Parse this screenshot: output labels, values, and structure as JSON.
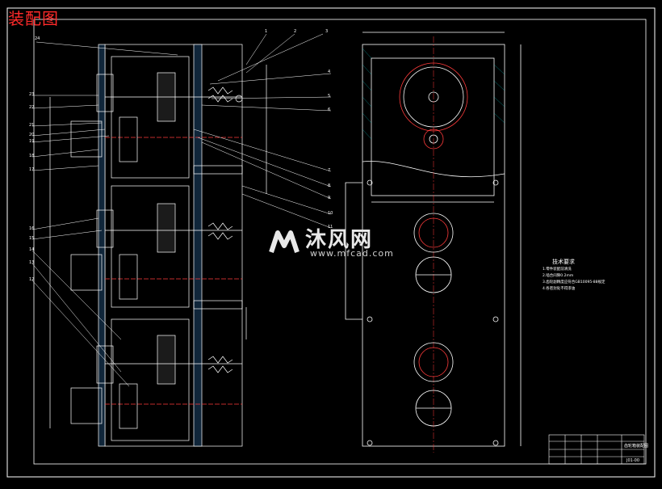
{
  "drawing": {
    "title": "装配图",
    "watermark": {
      "brand": "沐风网",
      "url": "www.mfcad.com"
    },
    "tech_requirements": {
      "heading": "技术要求",
      "lines": [
        "1.零件装配前清洗",
        "2.啮合间隙0.2mm",
        "3.齿轮副精度应符合GB10095-88规定",
        "4.各密封处不得渗油"
      ]
    },
    "part_numbers_left": [
      "24",
      "23",
      "22",
      "21",
      "20",
      "19",
      "18",
      "17",
      "16",
      "15",
      "14",
      "13",
      "12"
    ],
    "part_numbers_right": [
      "1",
      "2",
      "3",
      "4",
      "5",
      "6",
      "7",
      "8",
      "9",
      "10",
      "11"
    ],
    "title_block": {
      "drawing_no": "J01-00",
      "name": "齿轮箱装配图"
    },
    "colors": {
      "background": "#000000",
      "line": "#ffffff",
      "accent": "#ff2a2a",
      "center_line": "#ff3b3b",
      "hatch": "#00d0d0"
    }
  }
}
